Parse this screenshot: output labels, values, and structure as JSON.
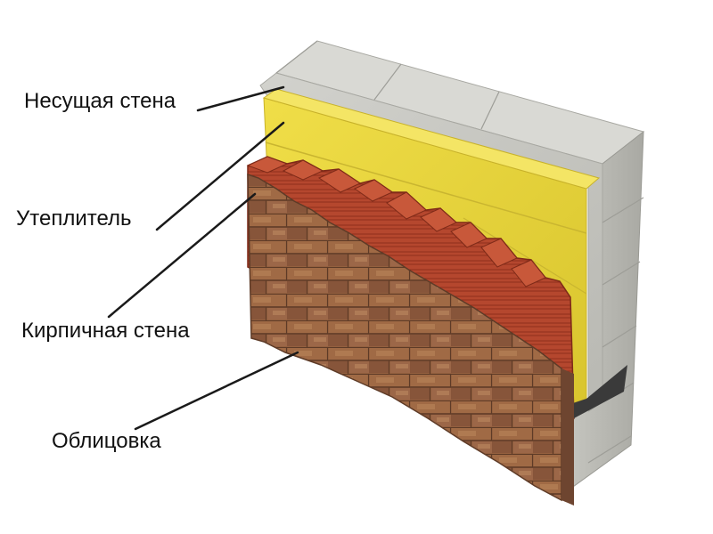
{
  "diagram": {
    "labels": [
      {
        "id": "load-bearing-wall",
        "text": "Несущая стена"
      },
      {
        "id": "insulation",
        "text": "Утеплитель"
      },
      {
        "id": "brick-wall",
        "text": "Кирпичная стена"
      },
      {
        "id": "facing",
        "text": "Облицовка"
      }
    ]
  },
  "colors": {
    "concrete": "#c9c9c4",
    "insulation": "#e6d43a",
    "brick": "#b0432c",
    "facing": "#8f5c3c",
    "leader": "#1a1a1a"
  }
}
